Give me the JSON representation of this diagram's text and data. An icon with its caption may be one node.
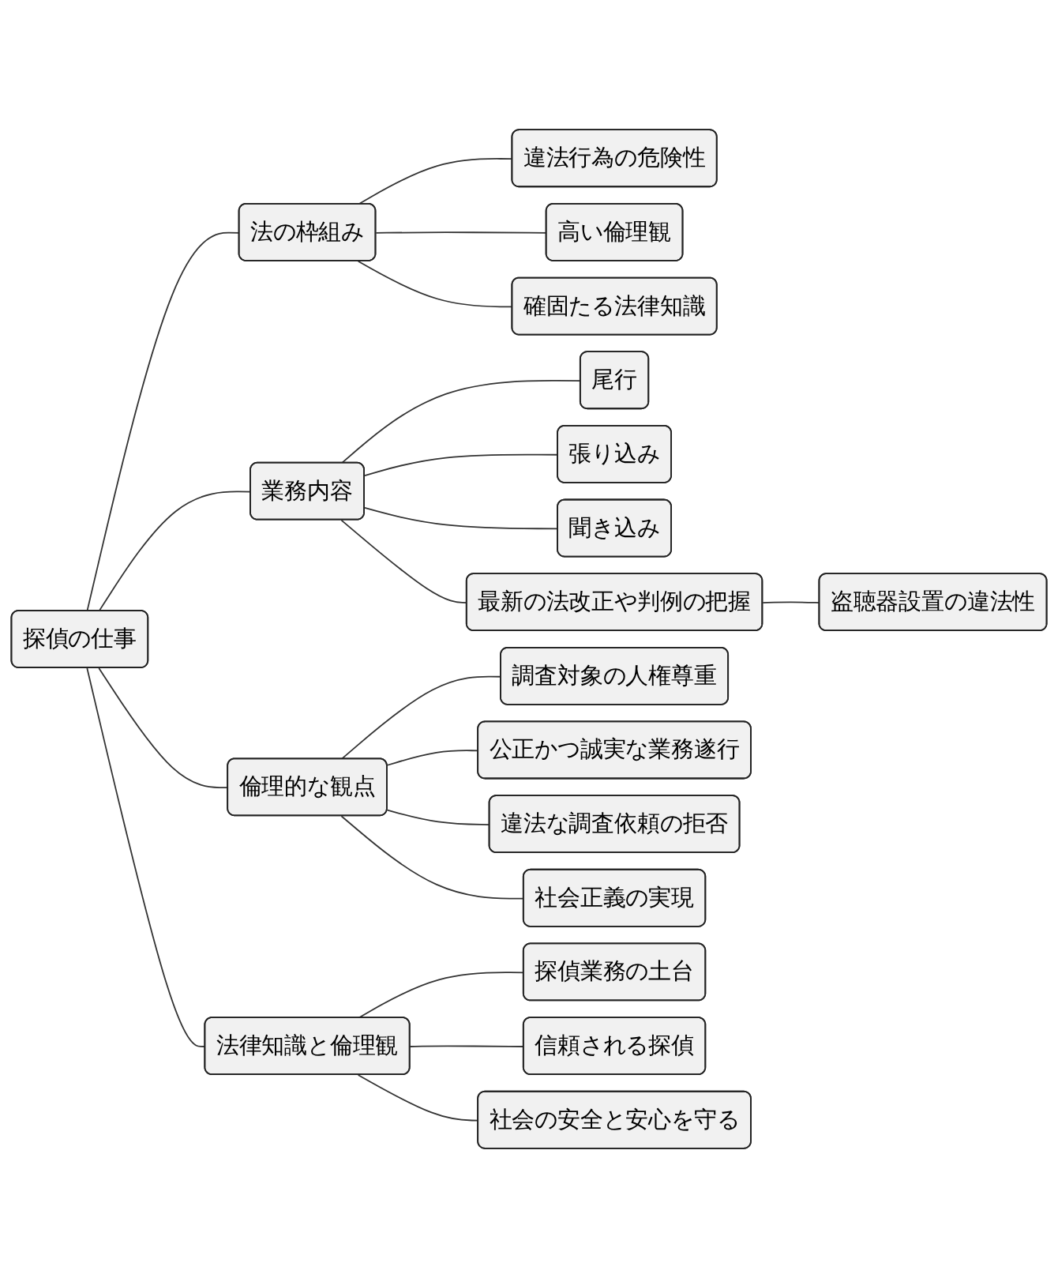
{
  "diagram": {
    "nodes": [
      {
        "text": [
          "探偵の仕事"
        ]
      },
      {
        "text": [
          "法の枠組み"
        ]
      },
      {
        "text": [
          "違法行為の危険性"
        ]
      },
      {
        "text": [
          "高い倫理観"
        ]
      },
      {
        "text": [
          "確固たる法律知識"
        ]
      },
      {
        "text": [
          "業務内容"
        ]
      },
      {
        "text": [
          "尾行"
        ]
      },
      {
        "text": [
          "張り込み"
        ]
      },
      {
        "text": [
          "聞き込み"
        ]
      },
      {
        "text": [
          "最新の法改正や判例の把握"
        ]
      },
      {
        "text": [
          "盗聴器設置の違法性"
        ]
      },
      {
        "text": [
          "倫理的な観点"
        ]
      },
      {
        "text": [
          "調査対象の人権尊重"
        ]
      },
      {
        "text": [
          "公正かつ誠実な業務遂行"
        ]
      },
      {
        "text": [
          "違法な調査依頼の拒否"
        ]
      },
      {
        "text": [
          "社会正義の実現"
        ]
      },
      {
        "text": [
          "法律知識と倫理観"
        ]
      },
      {
        "text": [
          "探偵業務の土台"
        ]
      },
      {
        "text": [
          "信頼される探偵"
        ]
      },
      {
        "text": [
          "社会の安全と安心を守る"
        ]
      }
    ],
    "edges": [
      {
        "from": 0,
        "to": 1,
        "arrow": "none"
      },
      {
        "from": 1,
        "to": 2,
        "arrow": "none"
      },
      {
        "from": 1,
        "to": 3,
        "arrow": "none"
      },
      {
        "from": 1,
        "to": 4,
        "arrow": "none"
      },
      {
        "from": 0,
        "to": 5,
        "arrow": "none"
      },
      {
        "from": 5,
        "to": 6,
        "arrow": "none"
      },
      {
        "from": 5,
        "to": 7,
        "arrow": "none"
      },
      {
        "from": 5,
        "to": 8,
        "arrow": "none"
      },
      {
        "from": 5,
        "to": 9,
        "arrow": "none"
      },
      {
        "from": 9,
        "to": 10,
        "arrow": "none"
      },
      {
        "from": 0,
        "to": 11,
        "arrow": "none"
      },
      {
        "from": 11,
        "to": 12,
        "arrow": "none"
      },
      {
        "from": 11,
        "to": 13,
        "arrow": "none"
      },
      {
        "from": 11,
        "to": 14,
        "arrow": "none"
      },
      {
        "from": 11,
        "to": 15,
        "arrow": "none"
      },
      {
        "from": 0,
        "to": 16,
        "arrow": "none"
      },
      {
        "from": 16,
        "to": 17,
        "arrow": "none"
      },
      {
        "from": 16,
        "to": 18,
        "arrow": "none"
      },
      {
        "from": 16,
        "to": 19,
        "arrow": "none"
      }
    ]
  }
}
